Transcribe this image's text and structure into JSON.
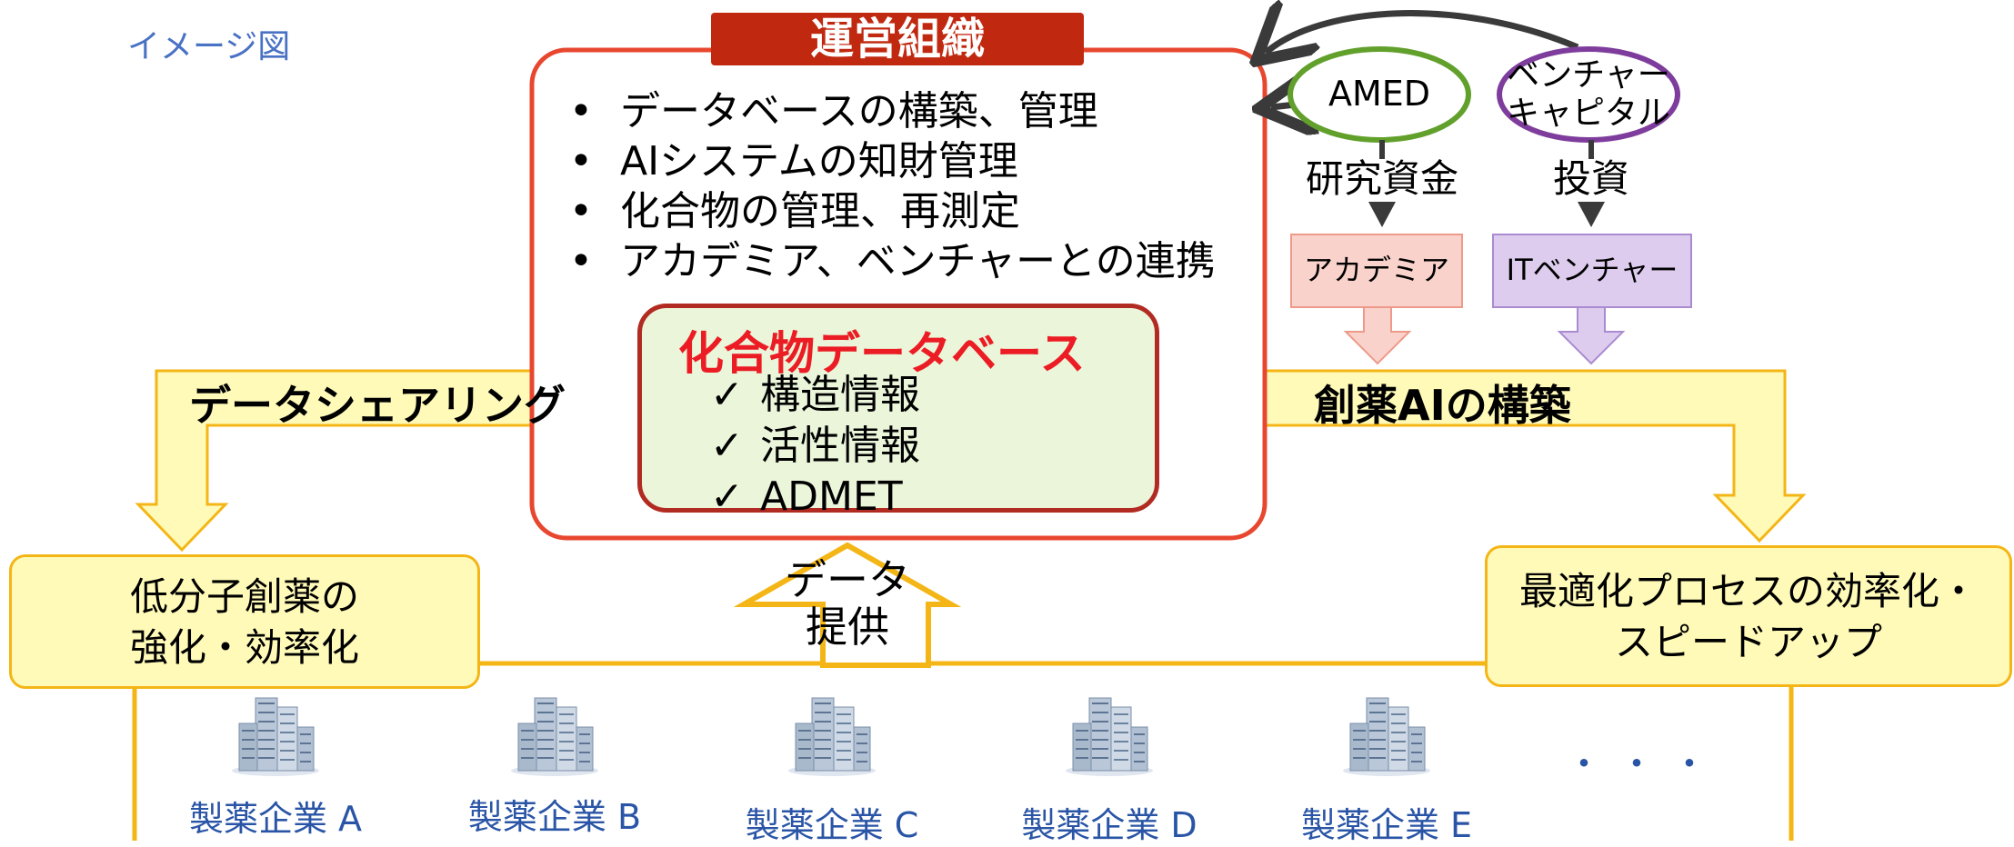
{
  "caption": "イメージ図",
  "organization": {
    "title": "運営組織",
    "roles": [
      "データベースの構築、管理",
      "AIシステムの知財管理",
      "化合物の管理、再測定",
      "アカデミア、ベンチャーとの連携"
    ]
  },
  "database": {
    "title": "化合物データベース",
    "items": [
      "構造情報",
      "活性情報",
      "ADMET"
    ],
    "check_glyph": "✓"
  },
  "funding": {
    "amed": {
      "name": "AMED",
      "flow_label": "研究資金",
      "recipient": "アカデミア"
    },
    "vc": {
      "name_lines": [
        "ベンチャー",
        "キャピタル"
      ],
      "flow_label": "投資",
      "recipient": "ITベンチャー"
    }
  },
  "flows": {
    "data_sharing": "データシェアリング",
    "ai_building": "創薬AIの構築",
    "data_provision_lines": [
      "データ",
      "提供"
    ]
  },
  "outcomes": {
    "left_lines": [
      "低分子創薬の",
      "強化・効率化"
    ],
    "right_lines": [
      "最適化プロセスの効率化・",
      "スピードアップ"
    ]
  },
  "companies": [
    "製薬企業 A",
    "製薬企業 B",
    "製薬企業 C",
    "製薬企業 D",
    "製薬企業 E"
  ],
  "more_indicator": "・・・",
  "colors": {
    "org_border": "#e8472f",
    "org_title_bg": "#c0290f",
    "db_bg": "#eaf5da",
    "db_border": "#b22b22",
    "db_title": "#ec1c24",
    "arrow_fill": "#fffab8",
    "arrow_border": "#f4b616",
    "amed_ring": "#62a02c",
    "vc_ring": "#7e3d9c",
    "academia_bg": "#f9d2cb",
    "venture_bg": "#ddccee",
    "company_text": "#2a55a6",
    "caption": "#4a72c4"
  }
}
